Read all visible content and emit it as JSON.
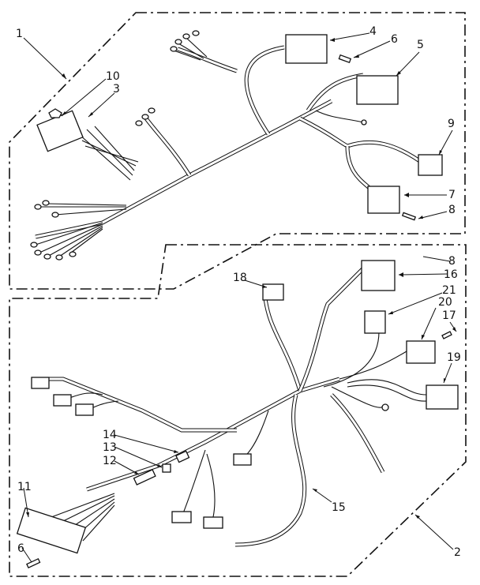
{
  "diagram": {
    "title": "Wire harness assemblies parts diagram",
    "upper_assembly": {
      "ref": "1",
      "callouts": [
        "1",
        "3",
        "4",
        "5",
        "6",
        "7",
        "8",
        "9",
        "10"
      ]
    },
    "lower_assembly": {
      "ref": "2",
      "callouts": [
        "2",
        "6",
        "8",
        "11",
        "12",
        "13",
        "14",
        "15",
        "16",
        "17",
        "18",
        "19",
        "20",
        "21"
      ]
    }
  },
  "labels": {
    "l1": "1",
    "l10": "10",
    "l3": "3",
    "l4": "4",
    "l6a": "6",
    "l5": "5",
    "l9": "9",
    "l7": "7",
    "l8a": "8",
    "l8b": "8",
    "l16": "16",
    "l18": "18",
    "l21": "21",
    "l20": "20",
    "l17": "17",
    "l19": "19",
    "l14": "14",
    "l13": "13",
    "l12": "12",
    "l11": "11",
    "l6b": "6",
    "l15": "15",
    "l2": "2"
  }
}
